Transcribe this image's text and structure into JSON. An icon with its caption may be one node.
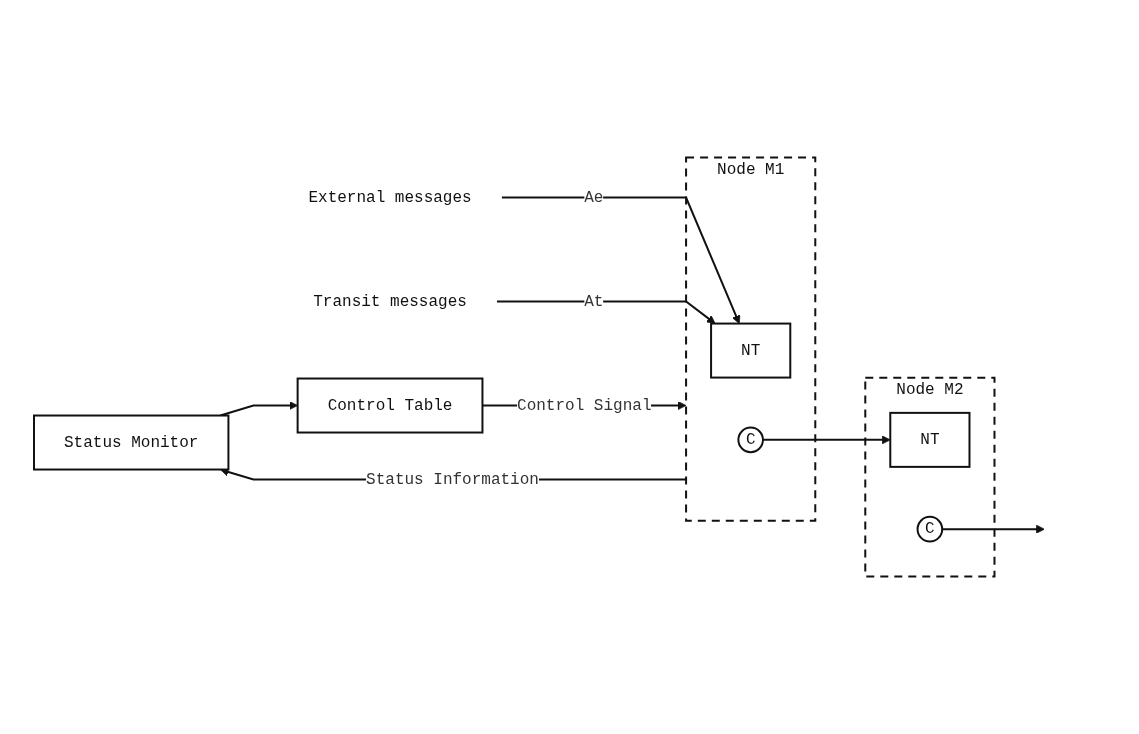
{
  "diagram": {
    "nodes": [
      {
        "text": [
          "Status Monitor"
        ]
      },
      {
        "text": [
          "Control Table"
        ]
      },
      {
        "text": [
          "Node M1"
        ]
      },
      {
        "text": [
          "NT"
        ],
        "in": 2
      },
      {
        "text": [
          "C"
        ],
        "in": 2
      },
      {
        "text": [
          "Node M2"
        ]
      },
      {
        "text": [
          "NT"
        ],
        "in": 5
      },
      {
        "text": [
          "C"
        ],
        "in": 5
      },
      {
        "text": [
          "External messages"
        ]
      },
      {
        "text": [
          "Transit messages"
        ]
      }
    ],
    "edges": [
      {
        "from": 2,
        "to": 0,
        "arrow": "to",
        "label": "Status Information"
      },
      {
        "from": 0,
        "to": 1,
        "arrow": "to"
      },
      {
        "from": 1,
        "to": 2,
        "arrow": "to",
        "label": "Control Signal"
      },
      {
        "from": 8,
        "to": 3,
        "arrow": "to",
        "label": "Ae"
      },
      {
        "from": 9,
        "to": 3,
        "arrow": "to",
        "label": "At"
      },
      {
        "from": 4,
        "to": 6,
        "arrow": "to"
      },
      {
        "from": 7,
        "to": null,
        "arrow": "to"
      }
    ]
  }
}
